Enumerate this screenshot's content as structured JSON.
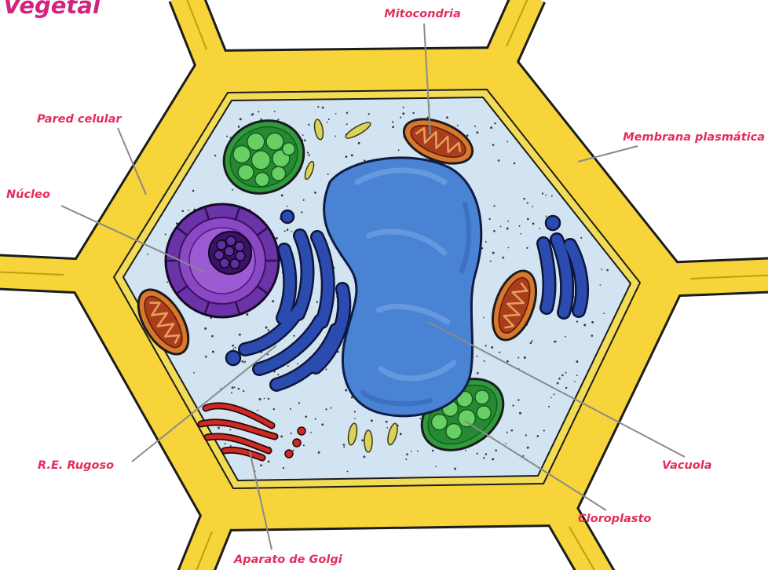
{
  "title": "Vegetal",
  "labels": {
    "mitocondria": "Mitocondria",
    "pared_celular": "Pared celular",
    "membrana_plasmatica": "Membrana plasmática",
    "nucleo": "Núcleo",
    "re_rugoso": "R.E. Rugoso",
    "vacuola": "Vacuola",
    "cloroplasto": "Cloroplasto",
    "aparato_golgi": "Aparato de Golgi"
  },
  "colors": {
    "label": "#e42d5c",
    "title": "#d4237e",
    "cell_wall": "#f6d43a",
    "membrane": "#f3dc55",
    "cytoplasm": "#d2e3f1",
    "vacuole": "#4a82d4",
    "nucleus": "#6b33a8",
    "nucleolus": "#3a1268",
    "chloroplast": "#2f9b3c",
    "grana": "#66d064",
    "mitochondria": "#d9782c",
    "er": "#2b4bb0",
    "golgi": "#cc2a22",
    "vesicle": "#dcd15a",
    "leader": "#8a8a8a"
  }
}
